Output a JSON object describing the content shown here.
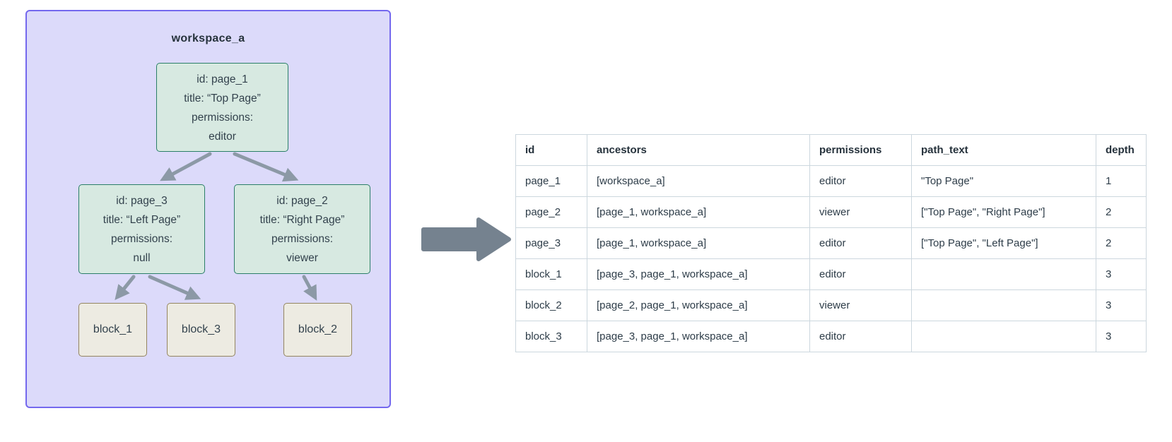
{
  "colors": {
    "workspace_fill": "#dcdafa",
    "workspace_border": "#7468ee",
    "page_node_fill": "#d7e9e1",
    "page_node_border": "#2b7f68",
    "block_node_fill": "#edebe2",
    "block_node_border": "#94855f",
    "tree_arrow": "#8c99a6",
    "big_arrow": "#75828f",
    "table_border": "#ccd7de",
    "text": "#2e3d49"
  },
  "diagram": {
    "workspace_label": "workspace_a",
    "page_nodes": {
      "page_1": {
        "lines": [
          "id: page_1",
          "title: “Top Page”",
          "permissions:",
          "editor"
        ]
      },
      "page_3": {
        "lines": [
          "id: page_3",
          "title: “Left Page”",
          "permissions:",
          "null"
        ]
      },
      "page_2": {
        "lines": [
          "id: page_2",
          "title: “Right Page”",
          "permissions:",
          "viewer"
        ]
      }
    },
    "block_nodes": {
      "block_1": {
        "label": "block_1"
      },
      "block_3": {
        "label": "block_3"
      },
      "block_2": {
        "label": "block_2"
      }
    }
  },
  "table": {
    "columns": [
      "id",
      "ancestors",
      "permissions",
      "path_text",
      "depth"
    ],
    "rows": [
      [
        "page_1",
        "[workspace_a]",
        "editor",
        "\"Top Page\"",
        "1"
      ],
      [
        "page_2",
        "[page_1, workspace_a]",
        "viewer",
        "[\"Top Page\", \"Right Page\"]",
        "2"
      ],
      [
        "page_3",
        "[page_1, workspace_a]",
        "editor",
        "[\"Top Page\", \"Left Page\"]",
        "2"
      ],
      [
        "block_1",
        "[page_3, page_1, workspace_a]",
        "editor",
        "",
        "3"
      ],
      [
        "block_2",
        "[page_2, page_1, workspace_a]",
        "viewer",
        "",
        "3"
      ],
      [
        "block_3",
        "[page_3, page_1, workspace_a]",
        "editor",
        "",
        "3"
      ]
    ]
  }
}
